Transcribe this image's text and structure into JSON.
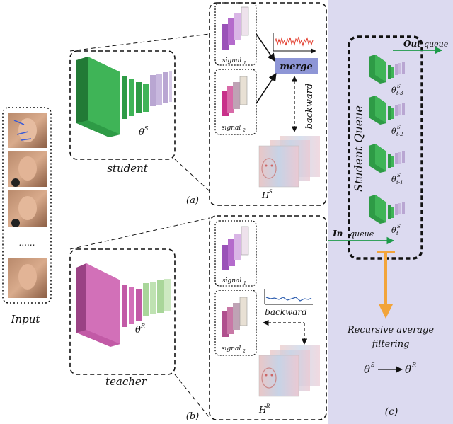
{
  "labels": {
    "input": "Input",
    "dots": "......",
    "student": "student",
    "teacher": "teacher",
    "theta_s": "θ",
    "theta_s_sup": "S",
    "theta_r": "θ",
    "theta_r_sup": "R",
    "part_a": "(a)",
    "part_b": "(b)",
    "part_c": "(c)",
    "signal1": "signal",
    "signal1_sub": "1",
    "signal2": "signal",
    "signal2_sub": "2",
    "merge": "merge",
    "backward": "backward",
    "hs": "H",
    "hs_sup": "S",
    "hr": "H",
    "hr_sup": "R",
    "student_queue": "Student Queue",
    "out_queue_1": "Out",
    "out_queue_2": "queue",
    "in_queue_1": "In",
    "in_queue_2": "queue",
    "rec_line1": "Recursive average",
    "rec_line2": "filtering",
    "formula_left": "θ",
    "formula_left_sup": "S",
    "formula_right": "θ",
    "formula_right_sup": "R",
    "q_theta": "θ",
    "q_sup": "S",
    "q_subs": [
      "t-3",
      "t-2",
      "t-1",
      "t"
    ]
  },
  "colors": {
    "student_green": "#2e9b46",
    "student_purple": "#b9a6d2",
    "teacher_pink": "#c25aa6",
    "teacher_green": "#a9d69a",
    "merge_box": "#8e96d6",
    "panel_c": "#dcdaf0",
    "red_signal": "#e23a2a",
    "blue_signal": "#2f5fb0",
    "orange_arrow": "#f2a43a",
    "queue_arrow": "#1e9a4a"
  }
}
